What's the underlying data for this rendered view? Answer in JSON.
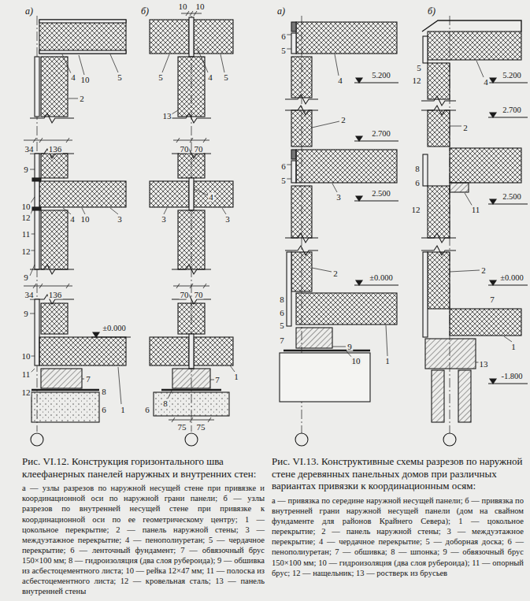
{
  "diagram": {
    "labels": [
      "а)",
      "4",
      "10",
      "5",
      "2",
      "34",
      "136",
      "9",
      "10",
      "12",
      "4",
      "10",
      "3",
      "11",
      "12",
      "9",
      "34",
      "136",
      "9",
      "±0.000",
      "10",
      "11",
      "12",
      "7",
      "8",
      "6",
      "1",
      "б)",
      "10",
      "10",
      "5",
      "4",
      "5",
      "13",
      "70",
      "70",
      "4",
      "3",
      "3",
      "70",
      "70",
      "8",
      "7",
      "1",
      "6",
      "75",
      "75",
      "а)",
      "6",
      "5",
      "4",
      "5.200",
      "2",
      "2.700",
      "6",
      "5",
      "3",
      "2.500",
      "2",
      "±0.000",
      "8",
      "6",
      "5",
      "7",
      "9",
      "10",
      "1",
      "б)",
      "5",
      "12",
      "4",
      "5.200",
      "2",
      "2.700",
      "8",
      "6",
      "12",
      "11",
      "2.500",
      "2",
      "±0.000",
      "7",
      "1",
      "13",
      "-1.800",
      "Рис. VI.12. Конструкция горизонтального шва клеефанерных панелей наружных и внутренних стен:",
      "а — узлы разрезов по наружной несущей стене при привязке и координационной оси по наружной грани панели; б — узлы разрезов по внутренней несущей стене при привязке к координационной оси по ее геометрическому центру; 1 — цокольное перекрытие; 2 — панель наружной стены; 3 — междуэтажное перекрытие; 4 — пенополиуретан; 5 — чердачное перекрытие; 6 — ленточный фундамент; 7 — обвязочный брус 150×100 мм; 8 — гидроизоляция (два слоя рубероида); 9 — обшивка из асбестоцементного листа; 10 — рейка 12×47 мм; 11 — полоска из асбестоцементного листа; 12 — кровельная сталь; 13 — панель внутренней стены",
      "Рис. VI.13. Конструктивные схемы разрезов по наружной стене деревянных панельных домов при различных вариантах привязки к координационным осям:",
      "а — привязка по середине наружной несущей панели; б — привязка по внутренней грани наружной несущей панели (дом на свайном фундаменте для районов Крайнего Севера); 1 — цокольное перекрытие; 2 — панель наружной стены; 3 — междуэтажное перекрытие; 4 — чердачное перекрытие; 5 — доборная доска; 6 — пенополиуретан; 7 — обшивка; 8 — шпонка; 9 — обвязочный брус 150×100 мм; 10 — гидроизоляция (два слоя рубероида); 11 — опорный брус; 12 — нащельник; 13 — ростверк из брусьев"
    ]
  }
}
